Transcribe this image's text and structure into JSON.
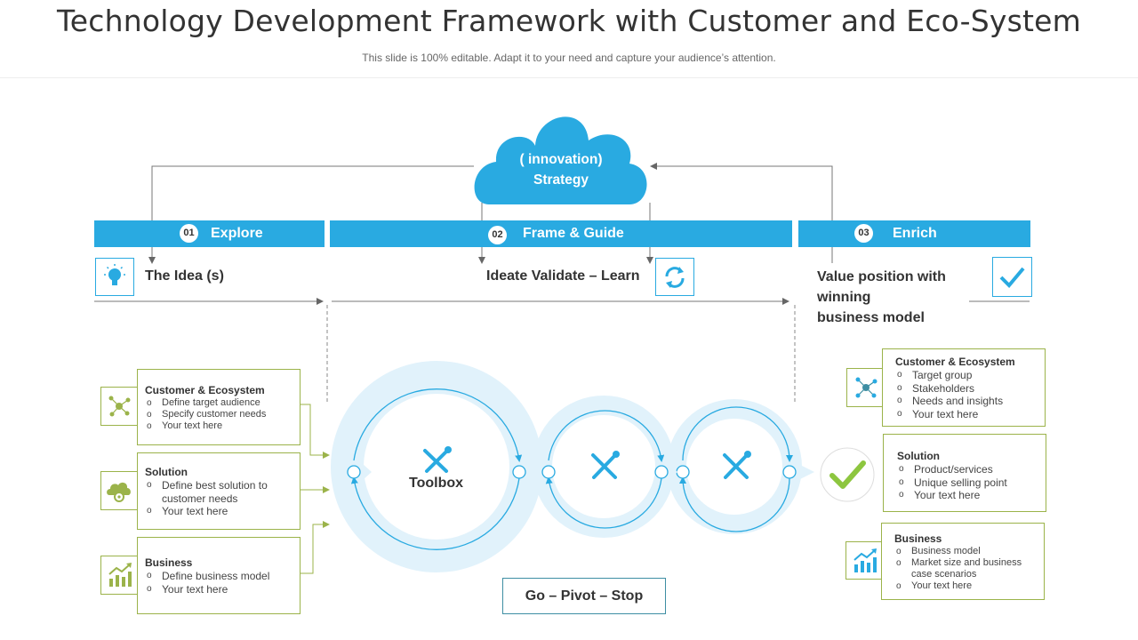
{
  "header": {
    "title": "Technology Development Framework with Customer and Eco-System",
    "subtitle": "This slide is 100% editable. Adapt it to your need and capture your audience’s attention."
  },
  "cloud": {
    "line1": "( innovation)",
    "line2": "Strategy"
  },
  "phases": [
    {
      "number": "01",
      "label": "Explore"
    },
    {
      "number": "02",
      "label": "Frame & Guide"
    },
    {
      "number": "03",
      "label": "Enrich"
    }
  ],
  "steps": {
    "idea": "The Idea (s)",
    "ideate": "Ideate Validate – Learn",
    "value_line1": "Value position with",
    "value_line2": "winning",
    "value_line3": "business model"
  },
  "left_cards": [
    {
      "title": "Customer & Ecosystem",
      "items": [
        "Define target audience",
        "Specify customer needs",
        "Your text here"
      ]
    },
    {
      "title": "Solution",
      "items": [
        "Define best solution to customer needs",
        "Your text here"
      ]
    },
    {
      "title": "Business",
      "items": [
        "Define business model",
        "Your text here"
      ]
    }
  ],
  "right_cards": [
    {
      "title": "Customer & Ecosystem",
      "items": [
        "Target group",
        "Stakeholders",
        "Needs and insights",
        "Your text here"
      ]
    },
    {
      "title": "Solution",
      "items": [
        "Product/services",
        "Unique selling point",
        "Your text here"
      ]
    },
    {
      "title": "Business",
      "items": [
        "Business model",
        "Market size and business case scenarios",
        "Your text here"
      ]
    }
  ],
  "toolbox": {
    "label": "Toolbox"
  },
  "decision": {
    "label": "Go – Pivot – Stop"
  },
  "colors": {
    "accent_blue": "#29aae1",
    "light_blue": "#e1f2fb",
    "teal": "#3e8ea3",
    "green": "#9bb34a",
    "check_green": "#8dc63f"
  },
  "icons": {
    "idea": "lightbulb-icon",
    "ideate": "refresh-icon",
    "enrich": "checkmark-icon",
    "left_cards": [
      "network-icon",
      "cloud-gear-icon",
      "growth-chart-icon"
    ],
    "right_cards": [
      "network-icon",
      "checkmark-circle-icon",
      "growth-chart-icon"
    ],
    "tools": "tools-icon"
  }
}
